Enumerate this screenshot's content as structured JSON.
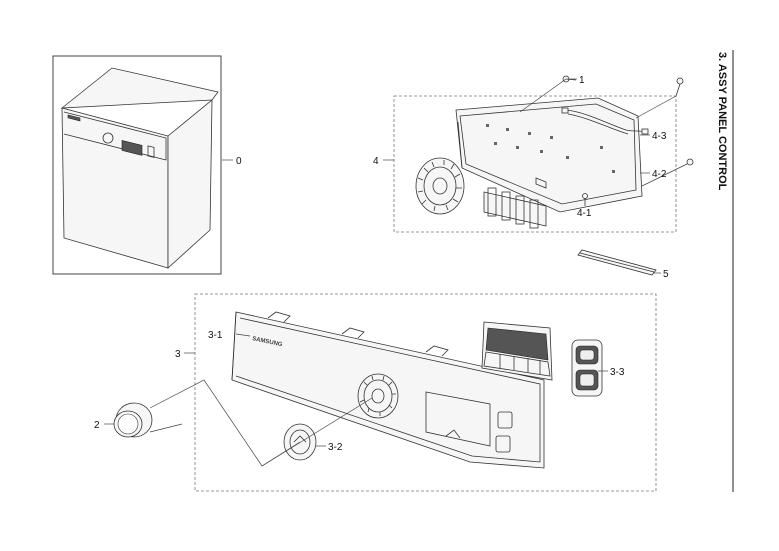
{
  "title": "3. ASSY PANEL CONTROL",
  "callouts": {
    "c0": "0",
    "c1": "1",
    "c2": "2",
    "c3": "3",
    "c3_1": "3-1",
    "c3_2": "3-2",
    "c3_3": "3-3",
    "c4": "4",
    "c4_1": "4-1",
    "c4_2": "4-2",
    "c4_3": "4-3",
    "c5": "5"
  },
  "brand_logo": "SAMSUNG"
}
